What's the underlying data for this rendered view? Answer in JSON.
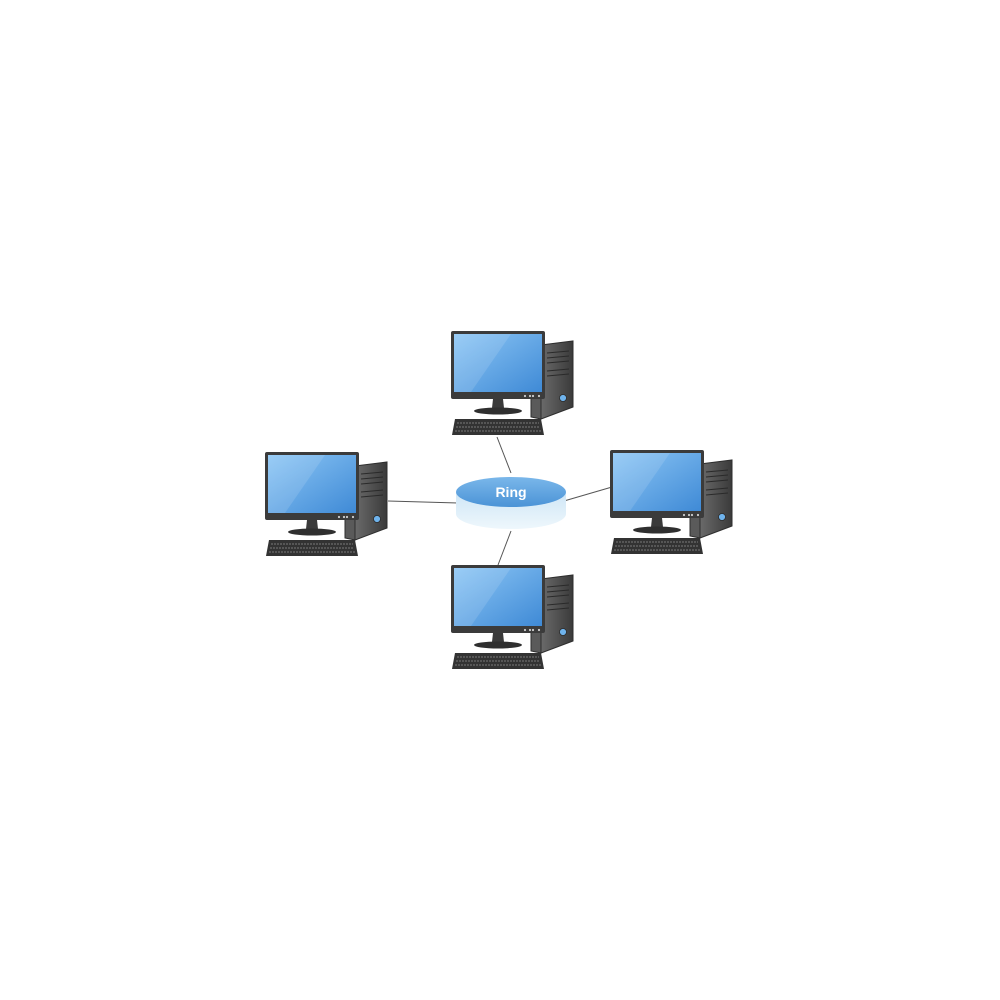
{
  "diagram": {
    "type": "ring-network",
    "hub": {
      "label": "Ring",
      "icon": "ring-hub-icon",
      "color_top": "#5b9fdc",
      "color_side": "#e4f1f9"
    },
    "nodes": [
      {
        "name": "computer-top",
        "icon": "desktop-computer-icon"
      },
      {
        "name": "computer-left",
        "icon": "desktop-computer-icon"
      },
      {
        "name": "computer-right",
        "icon": "desktop-computer-icon"
      },
      {
        "name": "computer-bottom",
        "icon": "desktop-computer-icon"
      }
    ],
    "screen_color": "#62a8e8",
    "case_color": "#4a4a4a"
  }
}
